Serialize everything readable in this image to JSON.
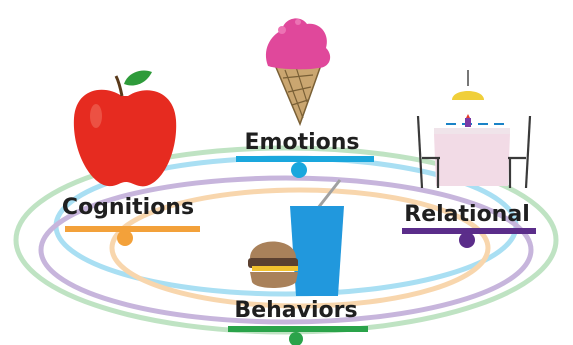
{
  "labels": {
    "emotions": "Emotions",
    "cognitions": "Cognitions",
    "relational": "Relational",
    "behaviors": "Behaviors"
  },
  "colors": {
    "emotions": "#1aa7dd",
    "cognitions": "#f3a13a",
    "relational": "#5b2d8a",
    "behaviors": "#2aa34a"
  },
  "icons": {
    "emotions": "ice-cream-cone-icon",
    "cognitions": "apple-icon",
    "relational": "dining-table-icon",
    "behaviors": "burger-and-drink-icon"
  }
}
